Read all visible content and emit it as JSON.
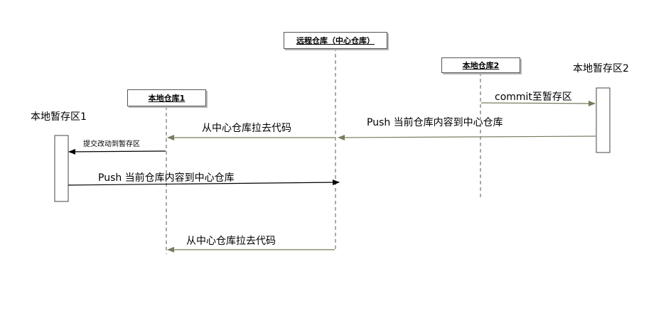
{
  "participants": {
    "remote": "远程仓库（中心仓库）",
    "local1": "本地仓库1",
    "local2": "本地仓库2",
    "stage1": "本地暂存区1",
    "stage2": "本地暂存区2"
  },
  "messages": {
    "commit2": "commit至暂存区",
    "push2": "Push 当前仓库内容到中心仓库",
    "pull1": "从中心仓库拉去代码",
    "commit1": "提交改动到暂存区",
    "push1": "Push 当前仓库内容到中心仓库",
    "pull1b": "从中心仓库拉去代码"
  },
  "colors": {
    "olive_arrow": "#7a7a5e",
    "black_arrow": "#000000",
    "lifeline": "#555555"
  }
}
